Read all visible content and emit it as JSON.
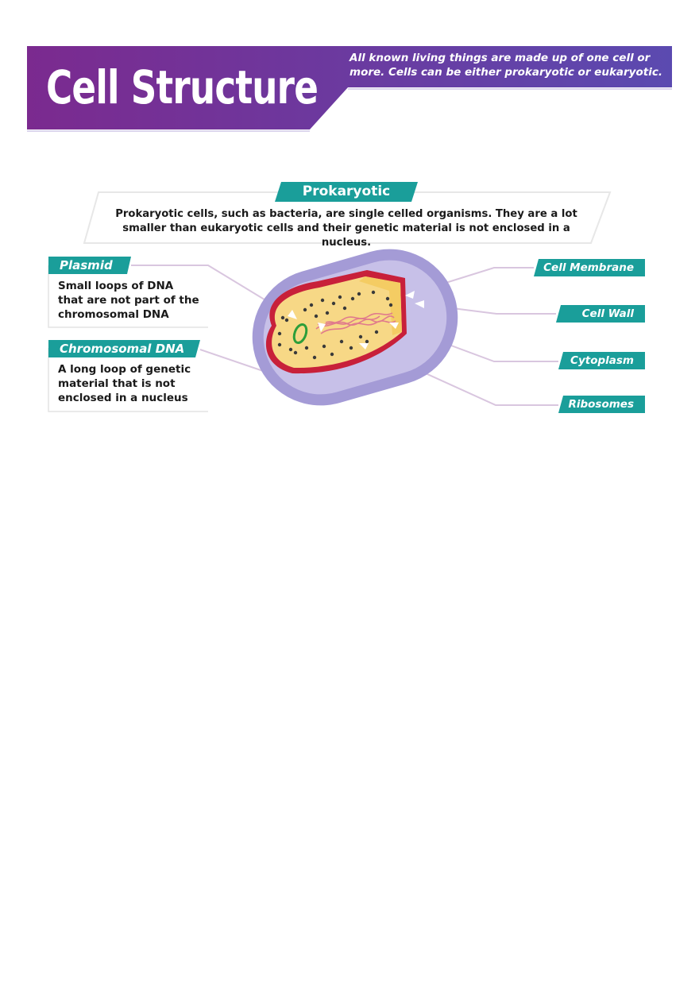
{
  "header": {
    "title": "Cell Structure",
    "subtitle": "All known living things are made up of one cell or more. Cells can be either prokaryotic or eukaryotic.",
    "gradient_start": "#7b2a8f",
    "gradient_end": "#5b4ab0"
  },
  "section": {
    "heading": "Prokaryotic",
    "intro": "Prokaryotic cells, such as bacteria, are single celled organisms. They are a lot smaller than eukaryotic cells and their genetic material is not enclosed in a nucleus.",
    "accent_color": "#1a9e9a"
  },
  "diagram": {
    "left_labels": [
      {
        "id": "plasmid",
        "title": "Plasmid",
        "description": "Small loops of DNA that are not part of the chromosomal DNA"
      },
      {
        "id": "chromosomal-dna",
        "title": "Chromosomal DNA",
        "description": "A long loop of genetic material that is not enclosed in a nucleus"
      }
    ],
    "right_labels": [
      {
        "id": "cell-membrane",
        "title": "Cell Membrane"
      },
      {
        "id": "cell-wall",
        "title": "Cell Wall"
      },
      {
        "id": "cytoplasm",
        "title": "Cytoplasm"
      },
      {
        "id": "ribosomes",
        "title": "Ribosomes"
      }
    ],
    "colors": {
      "capsule": "#a49bd6",
      "wall": "#c7c0e8",
      "membrane": "#c8203a",
      "cytoplasm": "#f7d886",
      "plasmid": "#2d9e3a",
      "dna": "#e89aa8",
      "ribosome": "#3a3a3a",
      "leader_line": "#d9c6df"
    }
  }
}
